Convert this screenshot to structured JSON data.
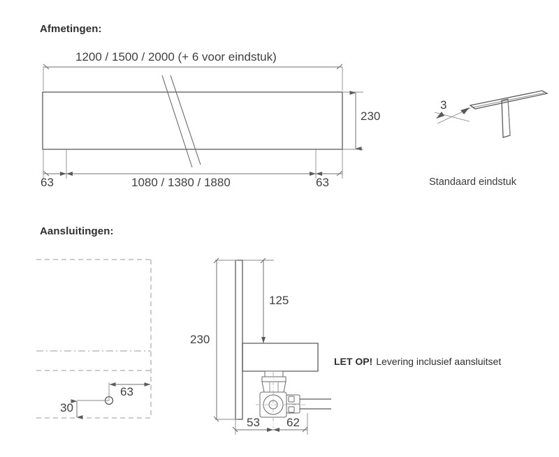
{
  "document": {
    "language": "nl",
    "background_color": "#ffffff",
    "line_color": "#6f6f6f"
  },
  "sections": {
    "dimensions": {
      "heading": "Afmetingen:",
      "top_dimension": "1200 / 1500 / 2000 (+ 6 voor eindstuk)",
      "height_dimension": "230",
      "bottom_left_dimension": "63",
      "bottom_center_dimension": "1080 / 1380 / 1880",
      "bottom_right_dimension": "63"
    },
    "endpiece": {
      "thickness_dimension": "3",
      "caption": "Standaard eindstuk"
    },
    "connections": {
      "heading": "Aansluitingen:",
      "front_view": {
        "vertical_offset_dimension": "30",
        "horizontal_offset_dimension": "63"
      },
      "side_view": {
        "total_height_dimension": "230",
        "top_to_shelf_dimension": "125",
        "depth_left_dimension": "53",
        "depth_right_dimension": "62"
      },
      "note_bold": "LET OP!",
      "note_text": "Levering inclusief aansluitset"
    }
  }
}
